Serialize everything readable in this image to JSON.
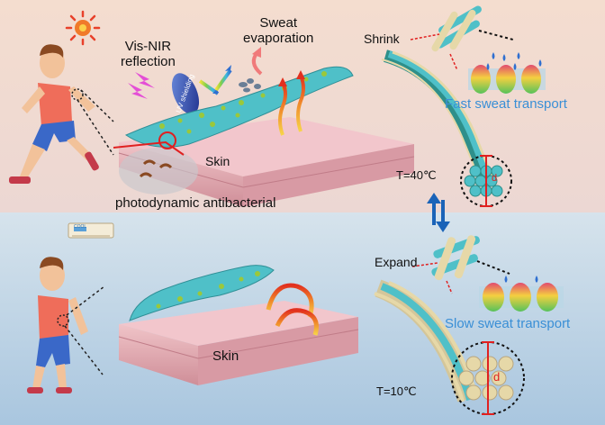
{
  "top_panel": {
    "vis_nir": "Vis-NIR\nreflection",
    "uv_shielding": "UV shielding",
    "sweat_evap": "Sweat\nevaporation",
    "skin": "Skin",
    "pdt": "photodynamic antibacterial",
    "shrink": "Shrink",
    "fast": "Fast sweat transport",
    "temp": "T=40℃",
    "d_label": "d"
  },
  "bottom_panel": {
    "skin": "Skin",
    "expand": "Expand",
    "slow": "Slow sweat transport",
    "temp": "T=10℃",
    "d_label": "d",
    "ac_label": "COOL"
  },
  "colors": {
    "top_bg": "#f3dcd0",
    "bottom_bg": "#c2d8e8",
    "fiber_teal": "#4fc0c8",
    "fiber_beige": "#e6d8a8",
    "skin_pink": "#e2aab2",
    "arrow_blue": "#1a63b8",
    "accent_red": "#e02020",
    "sweat_blue": "#3a8fd6"
  }
}
